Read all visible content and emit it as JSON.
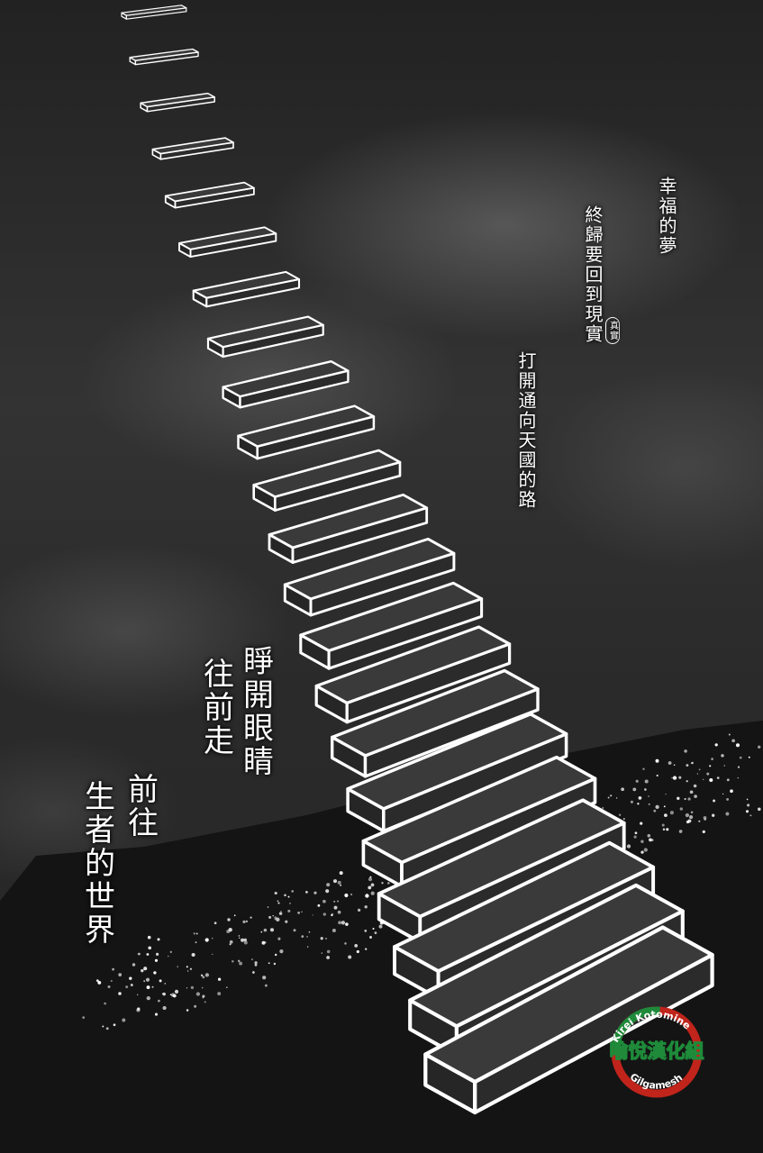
{
  "text": {
    "line1": "幸福的夢",
    "line2": "終歸要回到現實",
    "ruby": "真實",
    "line3": "打開通向天國的路",
    "big_line1": "睜開眼睛",
    "big_line2": "往前走",
    "big_line3": "前往",
    "big_line4": "生者的世界"
  },
  "watermark": {
    "top_text": "Kirei Kotomine",
    "middle_text": "喻悅漢化組",
    "bottom_text": "Gilgamesh"
  },
  "colors": {
    "stair_outline": "#ffffff",
    "sky": "#2a2a2a",
    "hill": "#141414",
    "watermark_red": "#c0241b",
    "watermark_green": "#1e8a3a"
  }
}
